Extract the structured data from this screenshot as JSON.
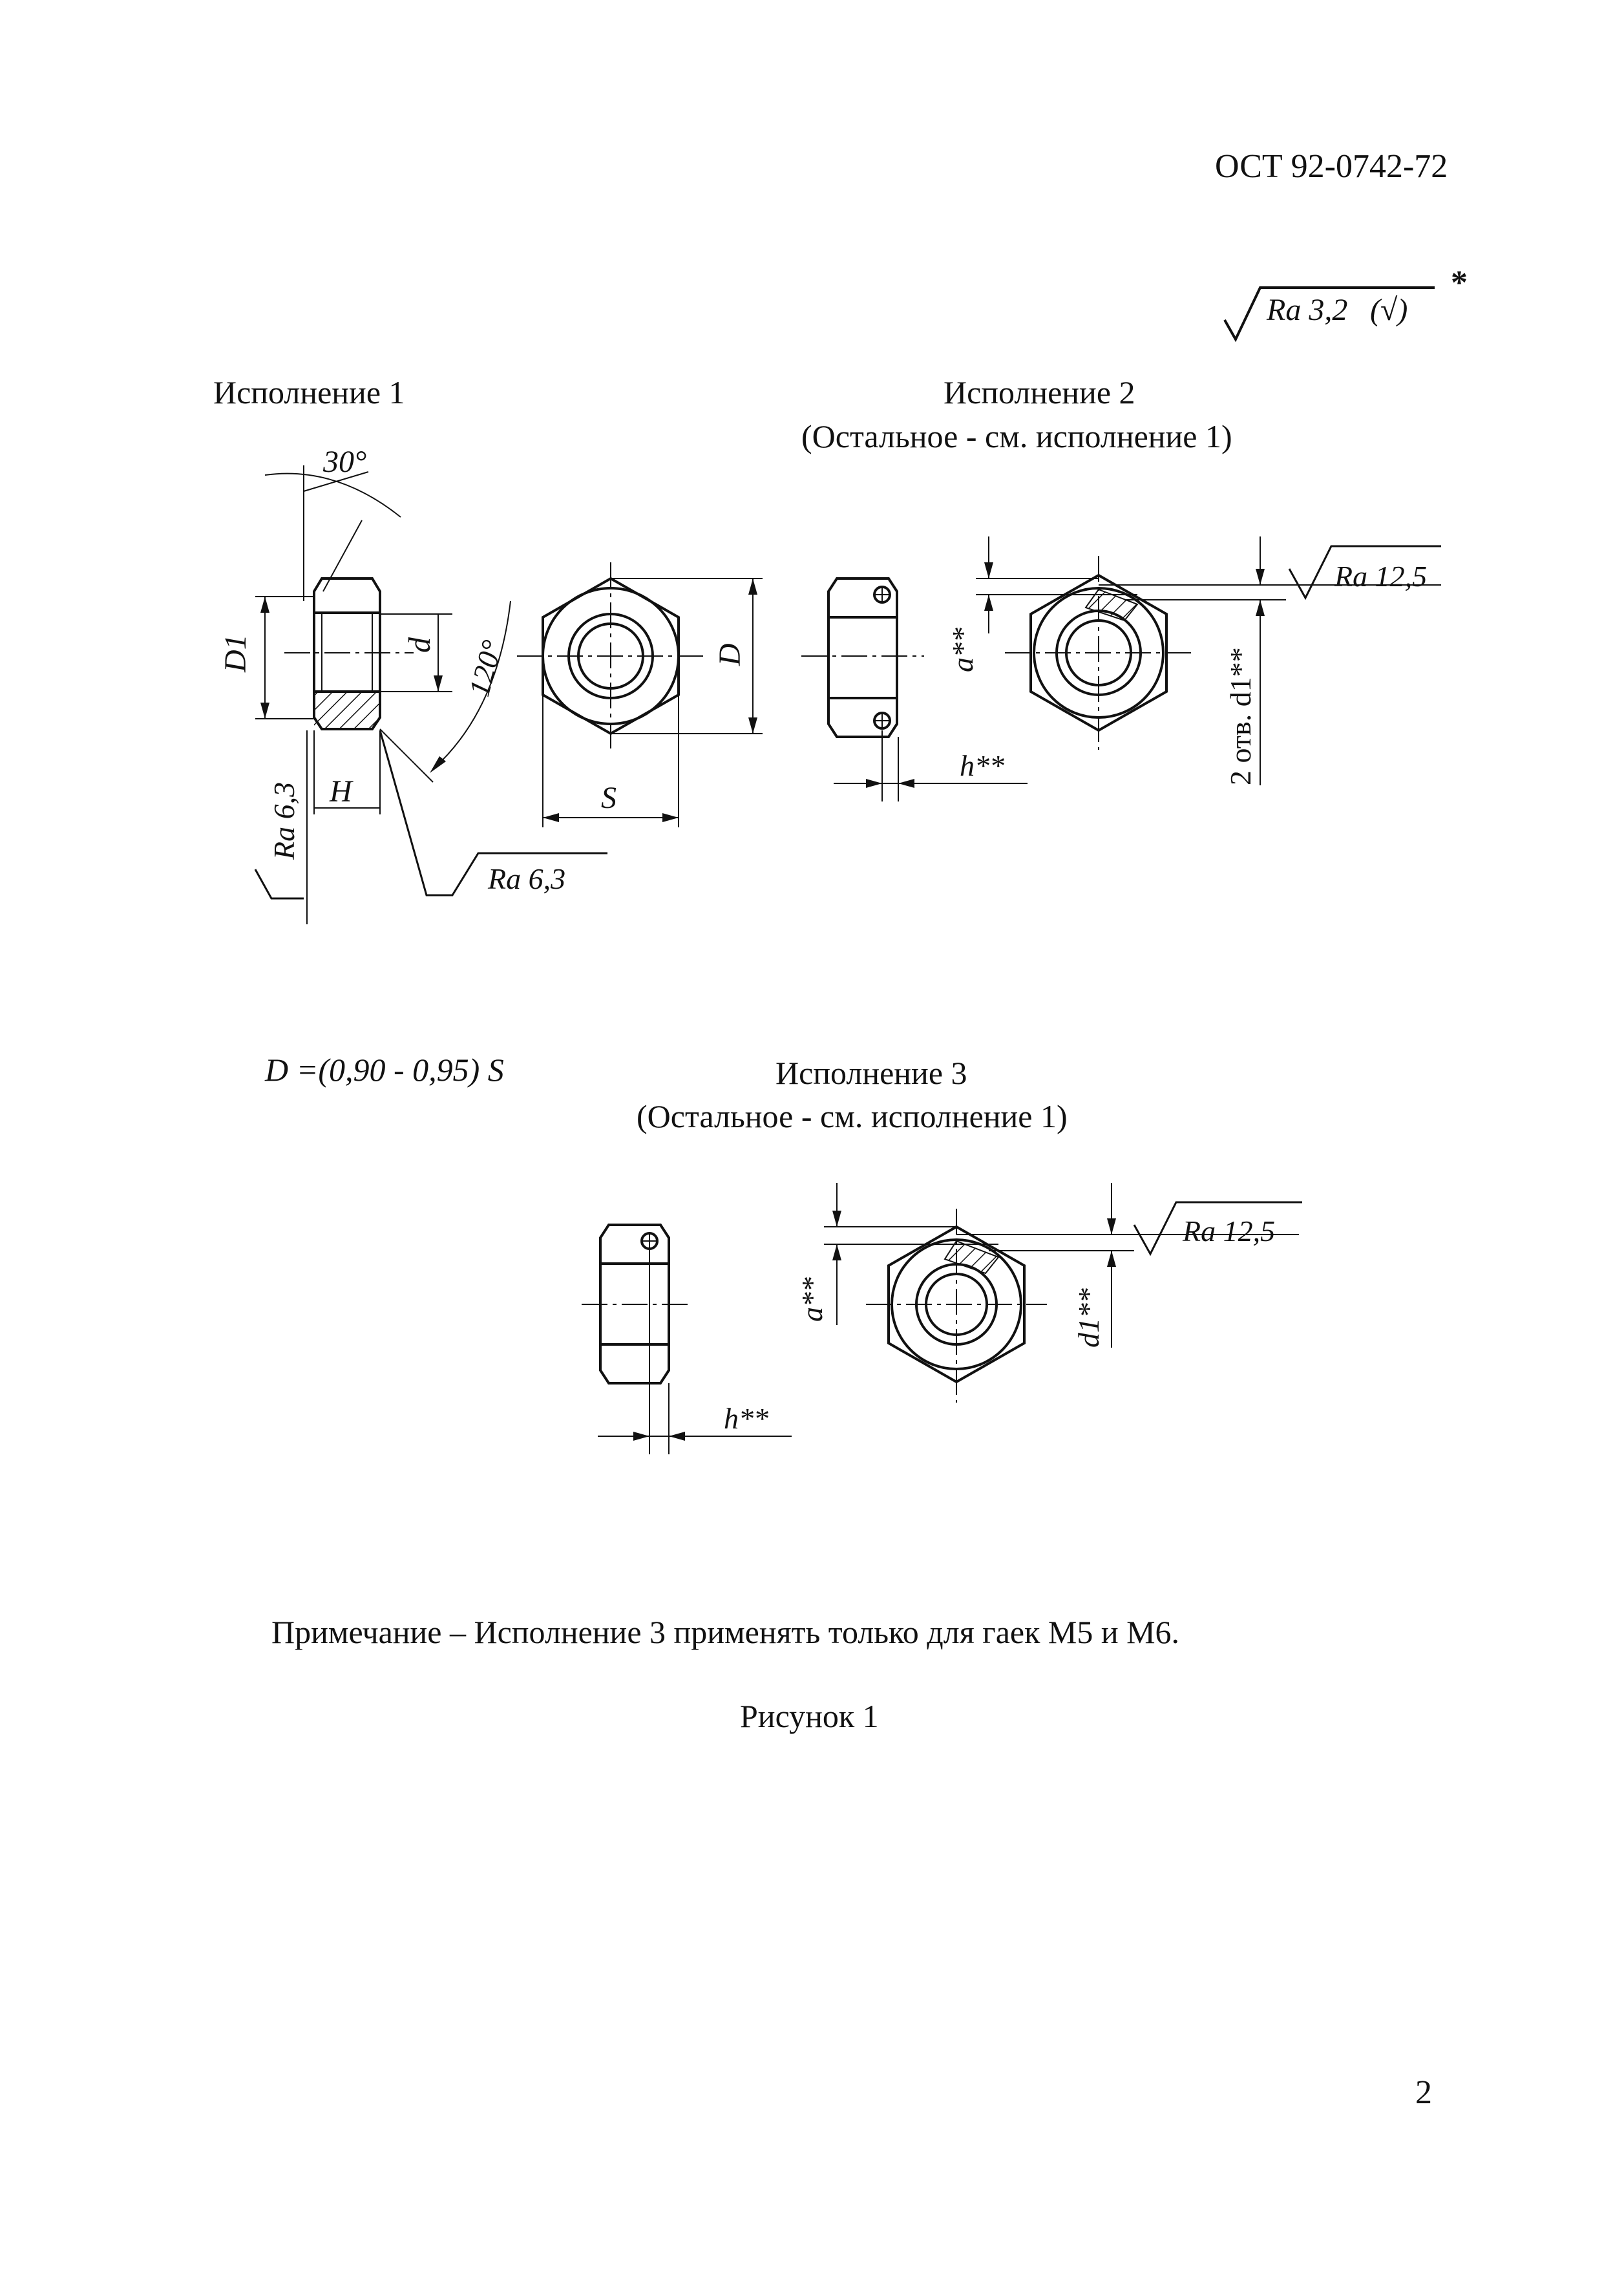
{
  "header": {
    "doc_code": "ОСТ 92-0742-72",
    "page_number": "2"
  },
  "general_roughness": {
    "ra": "Ra 3,2",
    "bracket": "(√)",
    "star": "*"
  },
  "variant1": {
    "title": "Исполнение 1",
    "angle_top": "30°",
    "angle_side": "120°",
    "dim_D1": "D1",
    "dim_d": "d",
    "dim_D": "D",
    "dim_H": "H",
    "dim_S": "S",
    "ra_left": "Ra 6,3",
    "ra_bottom": "Ra 6,3"
  },
  "variant2": {
    "title": "Исполнение 2",
    "subtitle": "(Остальное - см. исполнение 1)",
    "dim_a": "a**",
    "dim_h": "h**",
    "ra": "Ra 12,5",
    "holes_note": "2 отв. d1**"
  },
  "formula": "D =(0,90 - 0,95) S",
  "variant3": {
    "title": "Исполнение 3",
    "subtitle": "(Остальное - см. исполнение 1)",
    "dim_a": "a**",
    "dim_h": "h**",
    "ra": "Ra 12,5",
    "dim_d1": "d1**"
  },
  "note": "Примечание – Исполнение 3 применять только для гаек М5 и М6.",
  "figure_caption": "Рисунок 1"
}
